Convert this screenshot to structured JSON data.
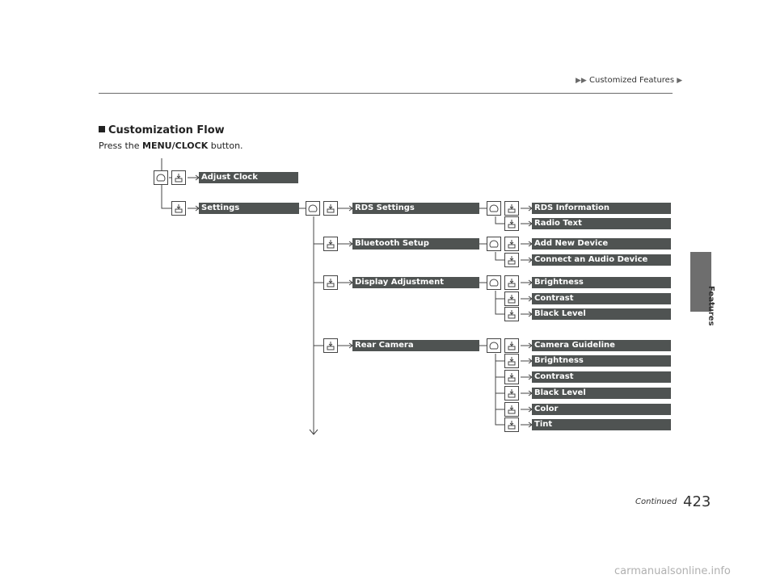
{
  "header": {
    "breadcrumb": "Customized Features",
    "separator_icon": "triangle-right-icon"
  },
  "side_tab": {
    "label": "Features",
    "color": "#6e6e6e"
  },
  "section": {
    "title": "Customization Flow"
  },
  "instruction": {
    "prefix": "Press the ",
    "button": "MENU/CLOCK",
    "suffix": " button."
  },
  "menu": {
    "adjust_clock": "Adjust Clock",
    "settings": "Settings",
    "rds_settings": "RDS Settings",
    "rds_information": "RDS Information",
    "radio_text": "Radio Text",
    "bluetooth_setup": "Bluetooth Setup",
    "add_new_device": "Add New Device",
    "connect_audio_device": "Connect an Audio Device",
    "display_adjustment": "Display Adjustment",
    "display_brightness": "Brightness",
    "display_contrast": "Contrast",
    "display_black_level": "Black Level",
    "rear_camera": "Rear Camera",
    "camera_guideline": "Camera Guideline",
    "camera_brightness": "Brightness",
    "camera_contrast": "Contrast",
    "camera_black_level": "Black Level",
    "camera_color": "Color",
    "camera_tint": "Tint"
  },
  "icons": {
    "rotate": "rotate-knob-icon",
    "press": "press-knob-icon"
  },
  "footer": {
    "continued": "Continued",
    "page_number": "423",
    "watermark": "carmanualsonline.info"
  },
  "colors": {
    "bar": "#4f5352",
    "line": "#444444"
  }
}
